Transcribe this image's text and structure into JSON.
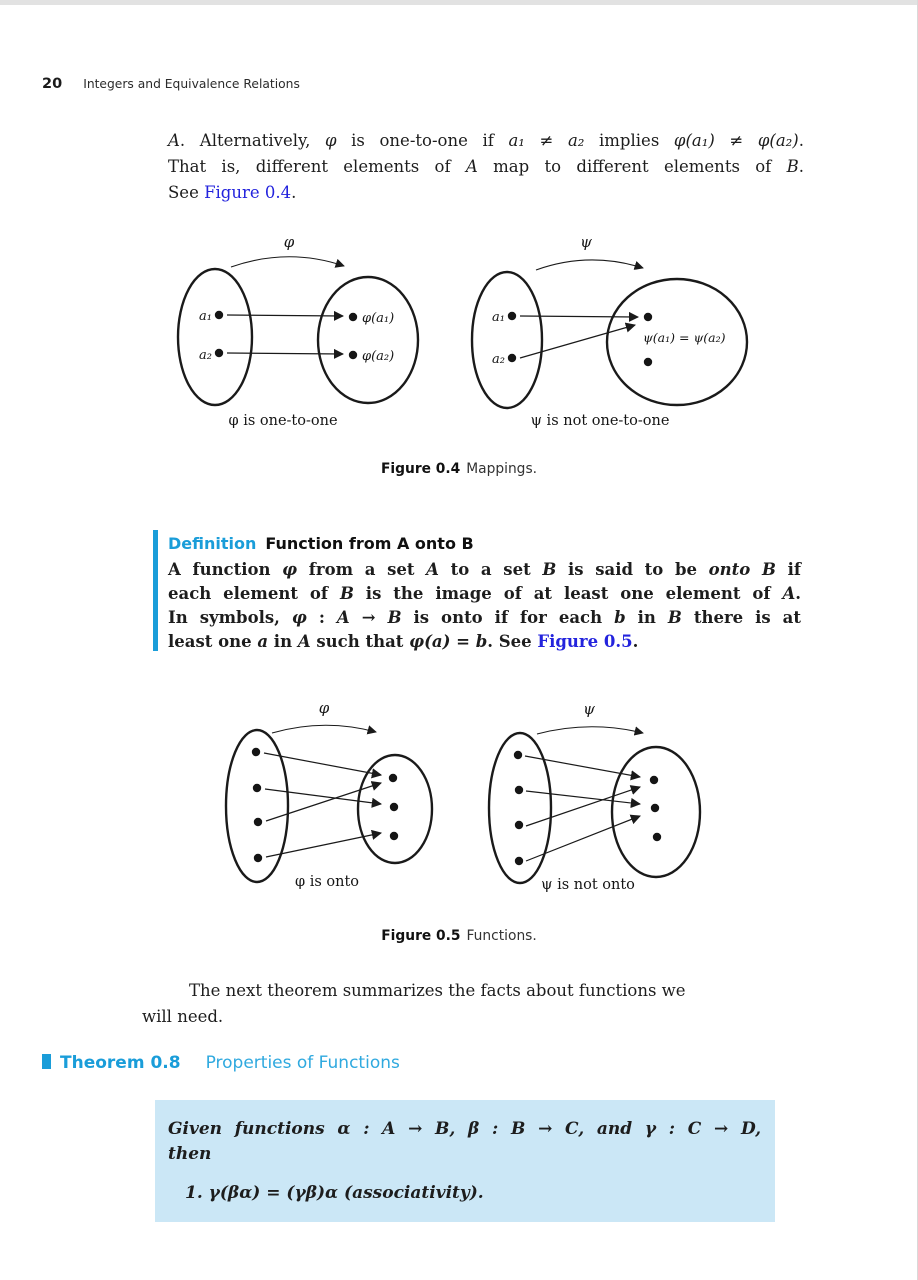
{
  "page": {
    "number": "20",
    "running_header": "Integers and Equivalence Relations"
  },
  "colors": {
    "accent": "#1a9dd9",
    "accent_light": "#2fa9df",
    "link": "#2323dd",
    "box_bg": "#cbe7f6"
  },
  "para1": {
    "lines": [
      [
        {
          "t": "A",
          "s": "it"
        },
        {
          "t": ". Alternatively, "
        },
        {
          "t": "φ",
          "s": "it"
        },
        {
          "t": " is one-to-one if "
        },
        {
          "t": "a₁",
          "s": "it"
        },
        {
          "t": " ≠ "
        },
        {
          "t": "a₂",
          "s": "it"
        },
        {
          "t": " implies "
        },
        {
          "t": "φ(a₁)",
          "s": "it"
        },
        {
          "t": " ≠ "
        },
        {
          "t": "φ(a₂)",
          "s": "it"
        },
        {
          "t": "."
        }
      ],
      [
        {
          "t": "That is, different elements of "
        },
        {
          "t": "A",
          "s": "it"
        },
        {
          "t": " map to different elements of "
        },
        {
          "t": "B",
          "s": "it"
        },
        {
          "t": "."
        }
      ],
      [
        {
          "t": "See "
        },
        {
          "t": "Figure 0.4",
          "s": "lk",
          "n": "figure-04-link"
        },
        {
          "t": "."
        }
      ]
    ]
  },
  "figure04": {
    "map_label_left": "φ",
    "map_label_right": "ψ",
    "left": {
      "a1": "a₁",
      "a2": "a₂",
      "img1": "φ(a₁)",
      "img2": "φ(a₂)",
      "caption": "φ is one-to-one"
    },
    "right": {
      "a1": "a₁",
      "a2": "a₂",
      "img_eq": "ψ(a₁) = ψ(a₂)",
      "caption": "ψ is not one-to-one"
    },
    "caption": {
      "label": "Figure 0.4",
      "text": "Mappings."
    }
  },
  "definition": {
    "label": "Definition",
    "title": "Function from A onto B",
    "lines": [
      [
        {
          "t": "A function "
        },
        {
          "t": "φ",
          "s": "it"
        },
        {
          "t": " from a set "
        },
        {
          "t": "A",
          "s": "it"
        },
        {
          "t": " to a set "
        },
        {
          "t": "B",
          "s": "it"
        },
        {
          "t": " is said to be "
        },
        {
          "t": "onto B",
          "s": "it"
        },
        {
          "t": " if"
        }
      ],
      [
        {
          "t": "each element of "
        },
        {
          "t": "B",
          "s": "it"
        },
        {
          "t": " is the image of at least one element of "
        },
        {
          "t": "A",
          "s": "it"
        },
        {
          "t": "."
        }
      ],
      [
        {
          "t": "In symbols, "
        },
        {
          "t": "φ",
          "s": "it"
        },
        {
          "t": " : "
        },
        {
          "t": "A",
          "s": "it"
        },
        {
          "t": " → "
        },
        {
          "t": "B",
          "s": "it"
        },
        {
          "t": " is onto if for each "
        },
        {
          "t": "b",
          "s": "it"
        },
        {
          "t": " in "
        },
        {
          "t": "B",
          "s": "it"
        },
        {
          "t": " there is at"
        }
      ],
      [
        {
          "t": "least one "
        },
        {
          "t": "a",
          "s": "it"
        },
        {
          "t": " in "
        },
        {
          "t": "A",
          "s": "it"
        },
        {
          "t": " such that "
        },
        {
          "t": "φ(a) = b",
          "s": "it"
        },
        {
          "t": ". See "
        },
        {
          "t": "Figure 0.5",
          "s": "lk",
          "n": "figure-05-link"
        },
        {
          "t": "."
        }
      ]
    ]
  },
  "figure05": {
    "map_label_left": "φ",
    "map_label_right": "ψ",
    "left": {
      "caption": "φ is onto"
    },
    "right": {
      "caption": "ψ is not onto"
    },
    "caption": {
      "label": "Figure 0.5",
      "text": "Functions."
    }
  },
  "para2": {
    "lines": [
      "The next theorem summarizes the facts about functions we",
      "will need."
    ]
  },
  "theorem": {
    "label": "Theorem 0.8",
    "title": "Properties of Functions"
  },
  "theorem_box": {
    "line1": "Given functions α : A → B, β : B → C, and γ : C → D,",
    "line2": "then",
    "item1": "1.  γ(βα) = (γβ)α (associativity)."
  }
}
